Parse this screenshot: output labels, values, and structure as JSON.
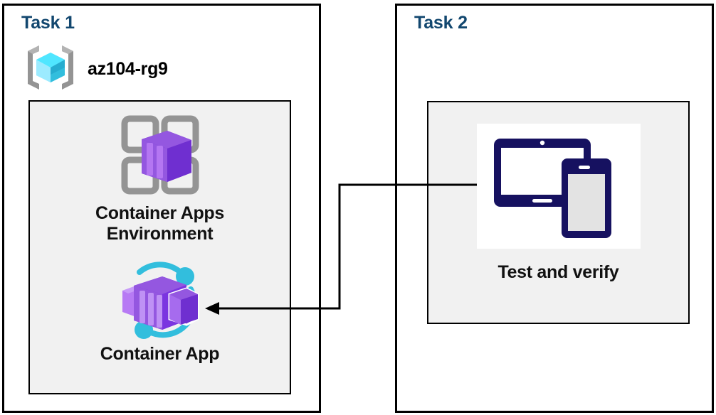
{
  "diagram": {
    "title_color": "#12476F",
    "panel_bg": "#f1f1f1",
    "border_color": "#000000"
  },
  "task1": {
    "title": "Task 1",
    "resource_group": {
      "icon": "azure-resource-group-icon",
      "name": "az104-rg9"
    },
    "resources": [
      {
        "icon": "container-apps-environment-icon",
        "label_line1": "Container Apps",
        "label_line2": "Environment"
      },
      {
        "icon": "container-app-icon",
        "label_line1": "Container App",
        "label_line2": ""
      }
    ]
  },
  "task2": {
    "title": "Task 2",
    "item": {
      "icon": "devices-tablet-phone-icon",
      "label": "Test and verify"
    }
  },
  "connector": {
    "name": "test-to-container-app-arrow",
    "from": "Test and verify",
    "to": "Container App",
    "style": "elbow-arrow-left",
    "color": "#000000"
  },
  "colors": {
    "task_title": "#12476F",
    "cube_light": "#50E6FF",
    "cube_mid": "#32BEDD",
    "cube_dark": "#198AB3",
    "bracket_gray": "#949494",
    "purple_light": "#B77AF4",
    "purple_mid": "#9457E0",
    "purple_dark": "#6F2FD0",
    "cyan_accent": "#32BEDD",
    "device_navy": "#161160"
  }
}
